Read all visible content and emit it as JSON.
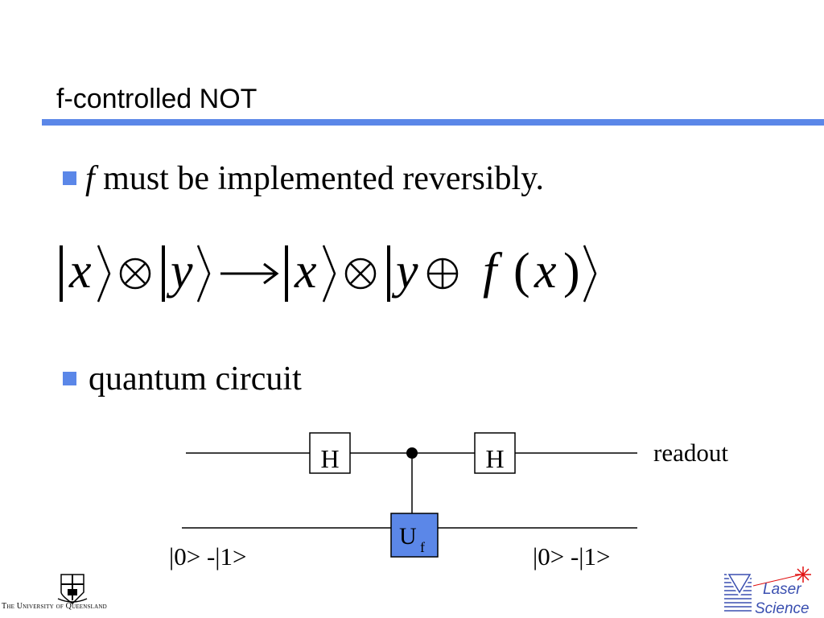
{
  "slide": {
    "title": "f-controlled NOT",
    "bullets": [
      {
        "italic": "f",
        "text": " must be implemented reversibly."
      },
      {
        "italic": "",
        "text": "quantum circuit"
      }
    ],
    "equation": {
      "lhs_x": "x",
      "lhs_y": "y",
      "rhs_x": "x",
      "rhs_y": "y",
      "rhs_f": "f",
      "rhs_arg": "x",
      "tensor": "⊗",
      "arrow": "→",
      "oplus": "⊕"
    }
  },
  "circuit": {
    "gate_top_left": "H",
    "gate_top_right": "H",
    "gate_uf_main": "U",
    "gate_uf_sub": "f",
    "output_label": "readout",
    "input_label_bottom": "|0> -|1>",
    "output_label_bottom": "|0> -|1>"
  },
  "footer": {
    "university": "The University of Queensland",
    "laser_logo_line1": "Laser",
    "laser_logo_line2": "Science"
  },
  "colors": {
    "accent": "#5b87e8",
    "gate_uf_fill": "#5b87e8",
    "laser_blue": "#3a4fb0",
    "laser_red": "#e01010"
  }
}
